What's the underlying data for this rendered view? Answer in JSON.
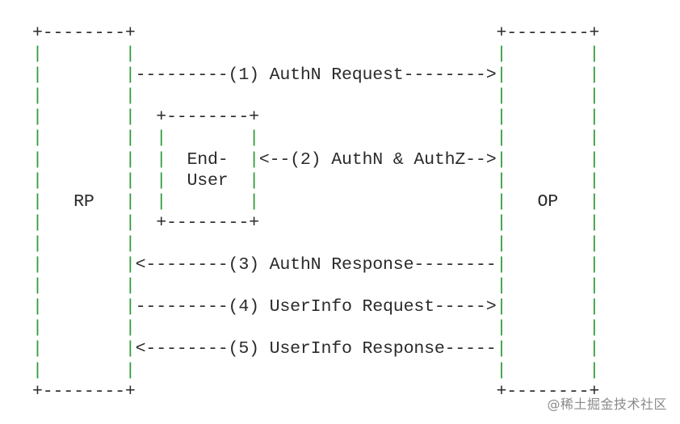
{
  "diagram": {
    "lines": [
      "+--------+                                   +--------+",
      "|        |                                   |        |",
      "|        |---------(1) AuthN Request-------->|        |",
      "|        |                                   |        |",
      "|        |  +--------+                       |        |",
      "|        |  |        |                       |        |",
      "|        |  |  End-  |<--(2) AuthN & AuthZ-->|        |",
      "|        |  |  User  |                       |        |",
      "|   RP   |  |        |                       |   OP   |",
      "|        |  +--------+                       |        |",
      "|        |                                   |        |",
      "|        |<--------(3) AuthN Response--------|        |",
      "|        |                                   |        |",
      "|        |---------(4) UserInfo Request----->|        |",
      "|        |                                   |        |",
      "|        |<--------(5) UserInfo Response-----|        |",
      "|        |                                   |        |",
      "+--------+                                   +--------+"
    ],
    "text_color": "#2a2a2a",
    "border_color": "#2f9a3a"
  },
  "watermark": {
    "text": "@稀土掘金技术社区"
  }
}
